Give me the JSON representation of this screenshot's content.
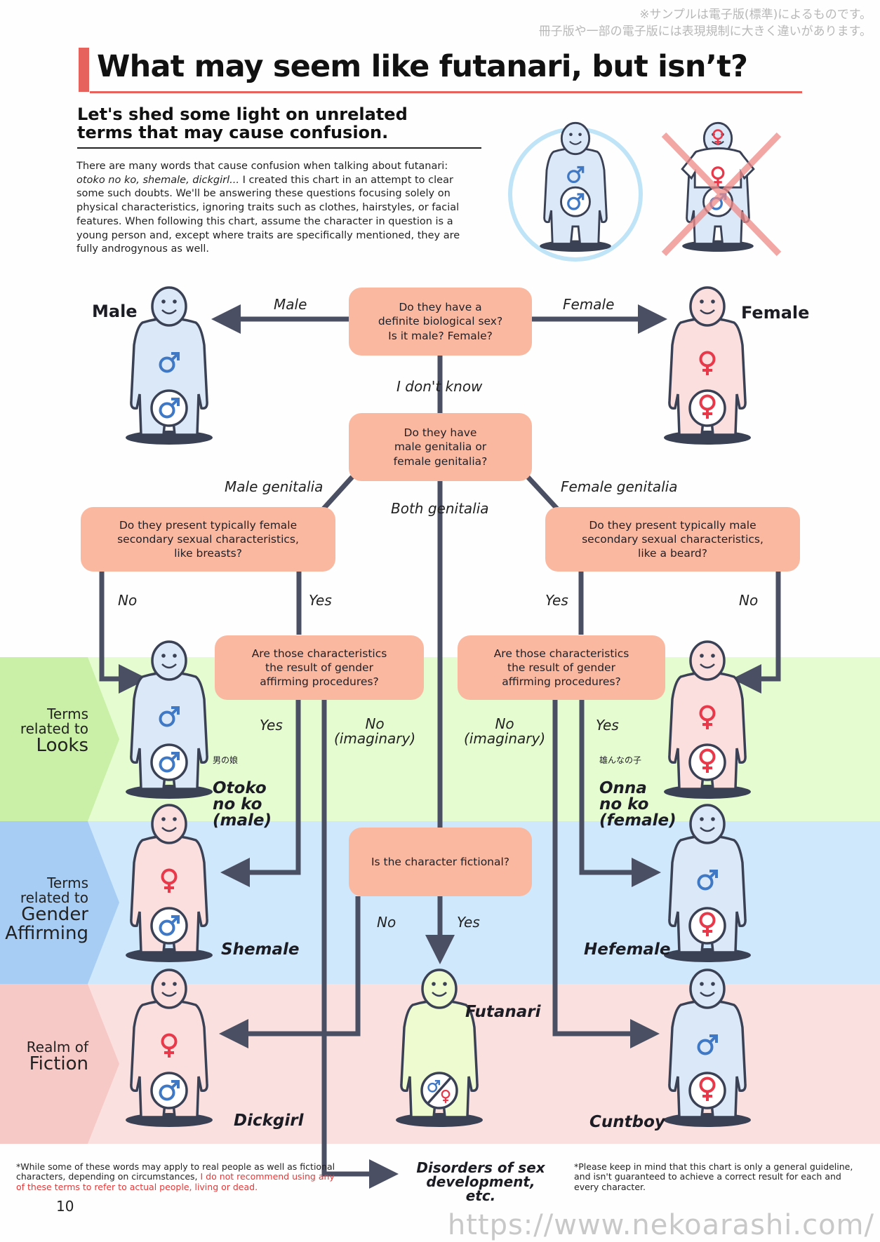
{
  "watermark": {
    "line1": "※サンプルは電子版(標準)によるものです。",
    "line2": "冊子版や一部の電子版には表現規制に大きく違いがあります。"
  },
  "title": "What may seem like futanari, but isn’t?",
  "subtitle": "Let's shed some light on unrelated\nterms that may cause confusion.",
  "intro": {
    "p1": "There are many words that cause confusion when talking about futanari: ",
    "p1_italic": "otoko no ko, shemale, dickgirl...",
    "p2": " I created this chart in an attempt to clear some such doubts. We'll be answering these questions focusing solely on physical characteristics, ignoring traits such as clothes, hairstyles, or facial features. When following this chart, assume the character in question is a young person and, except where traits are specifically mentioned, they are fully androgynous as well."
  },
  "questions": {
    "q1": "Do they have a\ndefinite biological sex?\nIs it male? Female?",
    "q2": "Do they have\nmale genitalia or\nfemale genitalia?",
    "q3": "Do they present typically female\nsecondary sexual characteristics,\nlike breasts?",
    "q4": "Do they present typically male\nsecondary sexual characteristics,\nlike a beard?",
    "q5": "Are those characteristics\nthe result of gender\naffirming procedures?",
    "q6": "Are those characteristics\nthe result of gender\naffirming procedures?",
    "q7": "Is the character fictional?"
  },
  "edges": {
    "male": "Male",
    "female": "Female",
    "dont_know": "I don't know",
    "male_genitalia": "Male genitalia",
    "female_genitalia": "Female genitalia",
    "both_genitalia": "Both genitalia",
    "no_left": "No",
    "yes_left": "Yes",
    "yes_right": "Yes",
    "no_right": "No",
    "yes_q5": "Yes",
    "no_q5": "No\n(imaginary)",
    "no_q6": "No\n(imaginary)",
    "yes_q6": "Yes",
    "no_q7": "No",
    "yes_q7": "Yes"
  },
  "outcomes": {
    "male": "Male",
    "female": "Female",
    "otoko_ruby": "男の娘",
    "otoko": "Otoko\nno ko\n(male)",
    "onna_ruby": "雄んなの子",
    "onna": "Onna\nno ko\n(female)",
    "shemale": "Shemale",
    "hefemale": "Hefemale",
    "futanari": "Futanari",
    "dickgirl": "Dickgirl",
    "cuntboy": "Cuntboy",
    "disorders": "Disorders of sex\ndevelopment,\netc."
  },
  "bands": {
    "looks_a": "Terms",
    "looks_b": "related to",
    "looks_c": "Looks",
    "gender_a": "Terms",
    "gender_b": "related to",
    "gender_c": "Gender",
    "gender_d": "Affirming",
    "fiction_a": "Realm of",
    "fiction_b": "Fiction"
  },
  "footnotes": {
    "left_1": "*While some of these words may apply to real people as well as fictional characters, depending on circumstances, ",
    "left_red": "I do not recommend using any of these terms to refer to actual people, living or dead.",
    "right": "*Please keep in mind that this chart is only a general guideline, and isn't guaranteed to achieve a correct result for each and every character."
  },
  "page_number": "10",
  "footer_url": "https://www.nekoarashi.com/",
  "colors": {
    "looks_band": "#e5fbd0",
    "gender_band": "#cfe8fb",
    "fiction_band": "#fbe0e0",
    "question_box": "#fbb8a0",
    "connector": "#4a4f63",
    "male_body": "#dbe8f7",
    "female_body": "#fbdede",
    "futa_body": "#eefad0",
    "male_symbol": "#3f78c4",
    "female_symbol": "#e8394a",
    "title_accent": "#e6625c"
  }
}
